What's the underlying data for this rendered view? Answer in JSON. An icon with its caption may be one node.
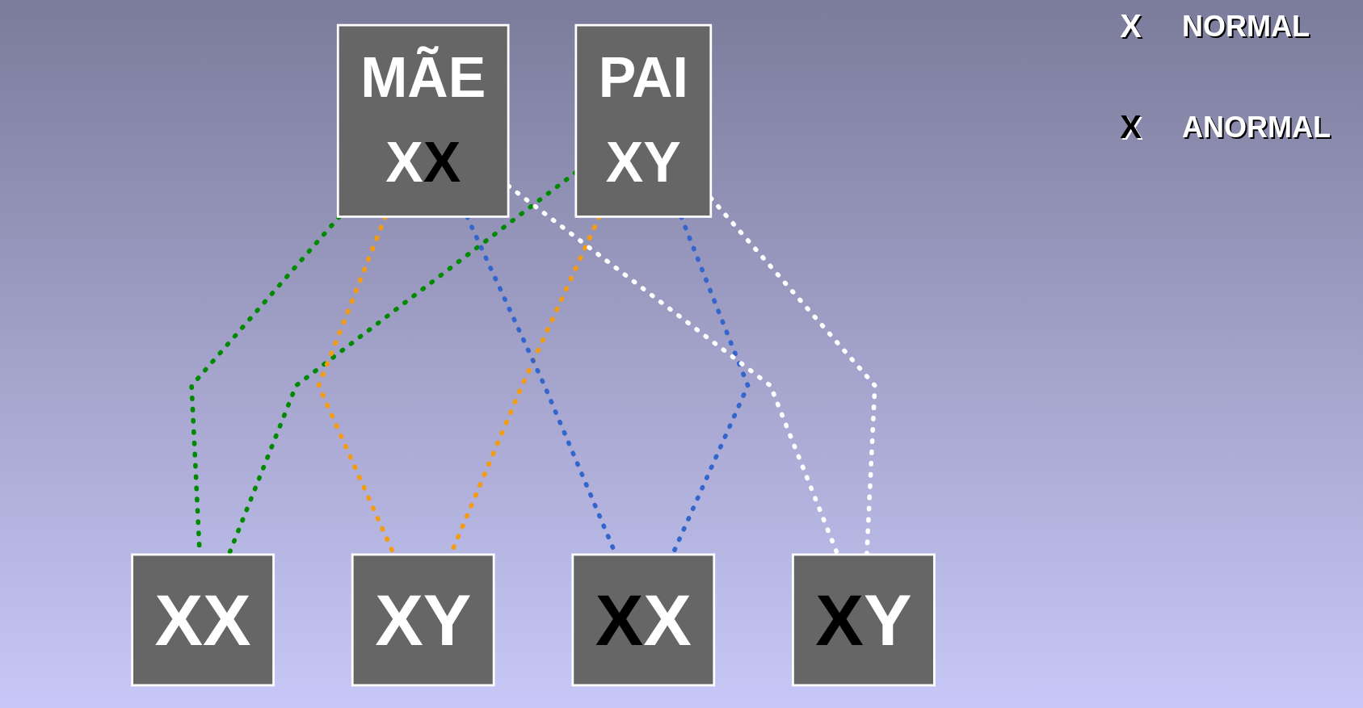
{
  "diagram": {
    "nodes": [
      {
        "text": [
          "MÃE",
          "XX"
        ]
      },
      {
        "text": [
          "PAI",
          "XY"
        ]
      },
      {
        "text": [
          "XX"
        ]
      },
      {
        "text": [
          "XY"
        ]
      },
      {
        "text": [
          "XX"
        ]
      },
      {
        "text": [
          "XY"
        ]
      }
    ],
    "edges": [
      {
        "from": 0,
        "to": 2,
        "arrow": "none",
        "style": "dashed",
        "color": "#008a00"
      },
      {
        "from": 1,
        "to": 2,
        "arrow": "none",
        "style": "dashed",
        "color": "#008a00"
      },
      {
        "from": 0,
        "to": 3,
        "arrow": "none",
        "style": "dashed",
        "color": "#f39c12"
      },
      {
        "from": 1,
        "to": 3,
        "arrow": "none",
        "style": "dashed",
        "color": "#f39c12"
      },
      {
        "from": 0,
        "to": 4,
        "arrow": "none",
        "style": "dashed",
        "color": "#3366cc"
      },
      {
        "from": 1,
        "to": 4,
        "arrow": "none",
        "style": "dashed",
        "color": "#3366cc"
      },
      {
        "from": 0,
        "to": 5,
        "arrow": "none",
        "style": "dashed",
        "color": "#ffffff"
      },
      {
        "from": 1,
        "to": 5,
        "arrow": "none",
        "style": "dashed",
        "color": "#ffffff"
      }
    ],
    "labels": [
      "X",
      "X"
    ],
    "legend": [
      {
        "text": "NORMAL",
        "color": "#ffffff"
      },
      {
        "text": "ANORMAL",
        "color": "#000000"
      }
    ]
  }
}
